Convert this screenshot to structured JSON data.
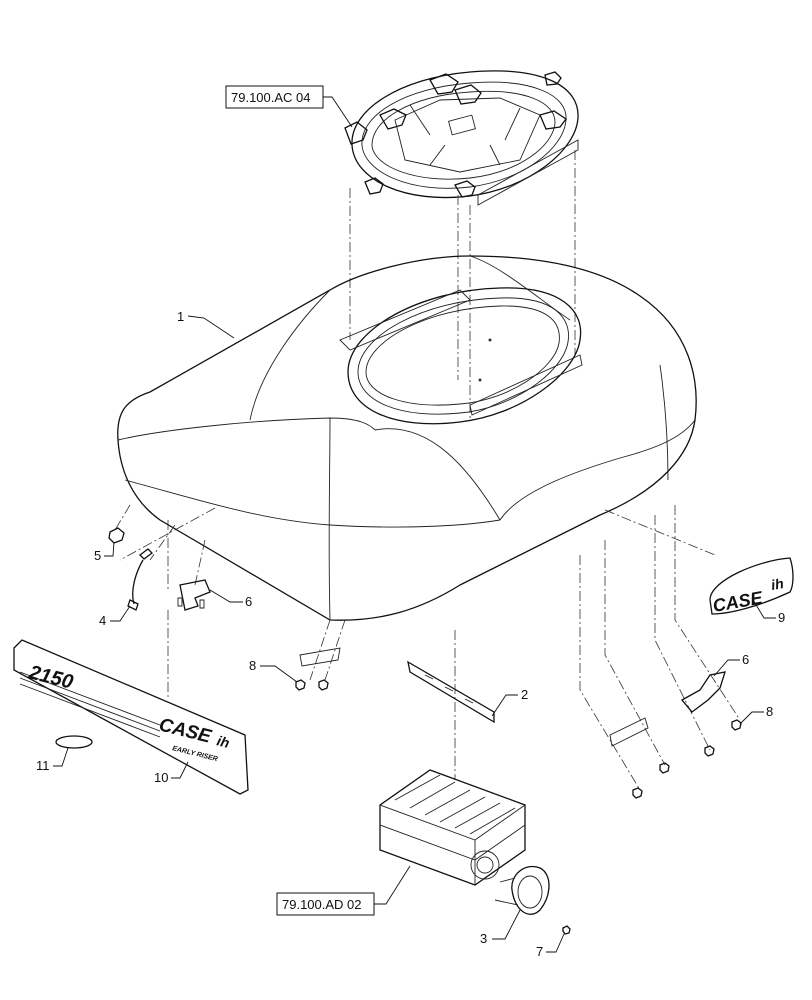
{
  "references": {
    "top": "79.100.AC 04",
    "bottom": "79.100.AD 02"
  },
  "callouts": {
    "c1": "1",
    "c2": "2",
    "c3": "3",
    "c4": "4",
    "c5": "5",
    "c6a": "6",
    "c6b": "6",
    "c7": "7",
    "c8a": "8",
    "c8b": "8",
    "c9": "9",
    "c10": "10",
    "c11": "11"
  },
  "decals": {
    "model": "2150",
    "brand_left": "CASE",
    "brand_left_mark": "ih",
    "brand_left_sub": "EARLY RISER",
    "brand_right": "CASE",
    "brand_right_mark": "ih"
  },
  "icons": [
    "hatch-lid-icon",
    "tank-icon",
    "meter-box-icon",
    "flange-icon",
    "bracket-icon",
    "bolt-icon",
    "nut-icon",
    "sensor-icon",
    "decal-icon"
  ]
}
